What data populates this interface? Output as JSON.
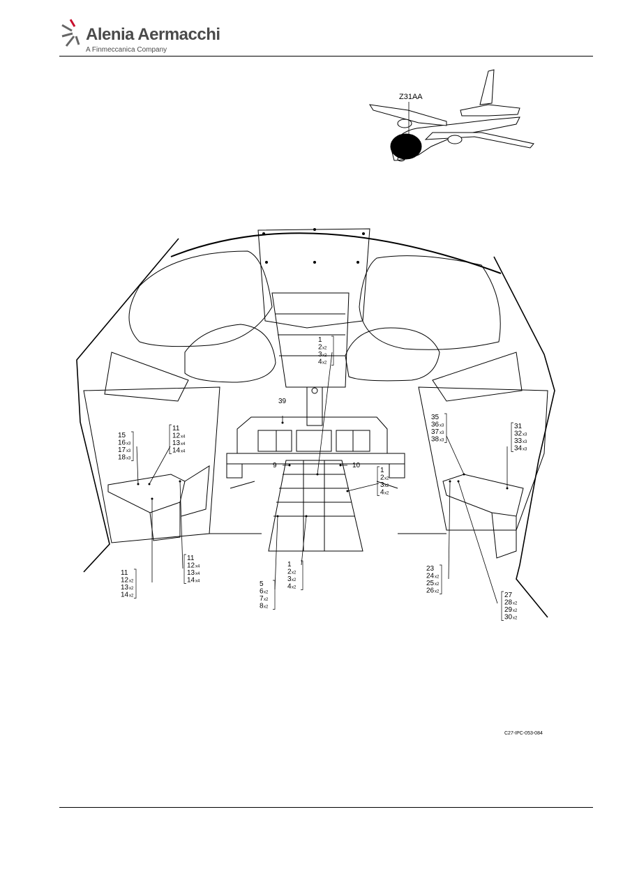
{
  "header": {
    "company_name": "Alenia Aermacchi",
    "company_tagline": "A Finmeccanica Company"
  },
  "locator": {
    "zone_label": "Z31AA"
  },
  "callouts": {
    "g_roof": [
      {
        "num": "1",
        "qty": ""
      },
      {
        "num": "2",
        "qty": "x2"
      },
      {
        "num": "3",
        "qty": "x2"
      },
      {
        "num": "4",
        "qty": "x2"
      }
    ],
    "g_panel": [
      {
        "num": "39",
        "qty": ""
      }
    ],
    "g_left_top": [
      {
        "num": "15",
        "qty": ""
      },
      {
        "num": "16",
        "qty": "x3"
      },
      {
        "num": "17",
        "qty": "x3"
      },
      {
        "num": "18",
        "qty": "x3"
      }
    ],
    "g_left_mid": [
      {
        "num": "11",
        "qty": ""
      },
      {
        "num": "12",
        "qty": "x4"
      },
      {
        "num": "13",
        "qty": "x4"
      },
      {
        "num": "14",
        "qty": "x4"
      }
    ],
    "g_9": [
      {
        "num": "9",
        "qty": ""
      }
    ],
    "g_10": [
      {
        "num": "10",
        "qty": ""
      }
    ],
    "g_center_right": [
      {
        "num": "1",
        "qty": ""
      },
      {
        "num": "2",
        "qty": "x2"
      },
      {
        "num": "3",
        "qty": "x2"
      },
      {
        "num": "4",
        "qty": "x2"
      }
    ],
    "g_right_a": [
      {
        "num": "35",
        "qty": ""
      },
      {
        "num": "36",
        "qty": "x3"
      },
      {
        "num": "37",
        "qty": "x3"
      },
      {
        "num": "38",
        "qty": "x3"
      }
    ],
    "g_right_b": [
      {
        "num": "31",
        "qty": ""
      },
      {
        "num": "32",
        "qty": "x3"
      },
      {
        "num": "33",
        "qty": "x3"
      },
      {
        "num": "34",
        "qty": "x3"
      }
    ],
    "g_left_low": [
      {
        "num": "11",
        "qty": ""
      },
      {
        "num": "12",
        "qty": "x4"
      },
      {
        "num": "13",
        "qty": "x4"
      },
      {
        "num": "14",
        "qty": "x4"
      }
    ],
    "g_left_bottom": [
      {
        "num": "11",
        "qty": ""
      },
      {
        "num": "12",
        "qty": "x2"
      },
      {
        "num": "13",
        "qty": "x2"
      },
      {
        "num": "14",
        "qty": "x2"
      }
    ],
    "g_center_bottom": [
      {
        "num": "1",
        "qty": ""
      },
      {
        "num": "2",
        "qty": "x2"
      },
      {
        "num": "3",
        "qty": "x2"
      },
      {
        "num": "4",
        "qty": "x2"
      }
    ],
    "g_5_8": [
      {
        "num": "5",
        "qty": ""
      },
      {
        "num": "6",
        "qty": "x2"
      },
      {
        "num": "7",
        "qty": "x2"
      },
      {
        "num": "8",
        "qty": "x2"
      }
    ],
    "g_23_26": [
      {
        "num": "23",
        "qty": ""
      },
      {
        "num": "24",
        "qty": "x2"
      },
      {
        "num": "25",
        "qty": "x2"
      },
      {
        "num": "26",
        "qty": "x2"
      }
    ],
    "g_27_30": [
      {
        "num": "27",
        "qty": ""
      },
      {
        "num": "28",
        "qty": "x2"
      },
      {
        "num": "29",
        "qty": "x2"
      },
      {
        "num": "30",
        "qty": "x2"
      }
    ]
  },
  "figure_ref": "C27-IPC-053-084"
}
